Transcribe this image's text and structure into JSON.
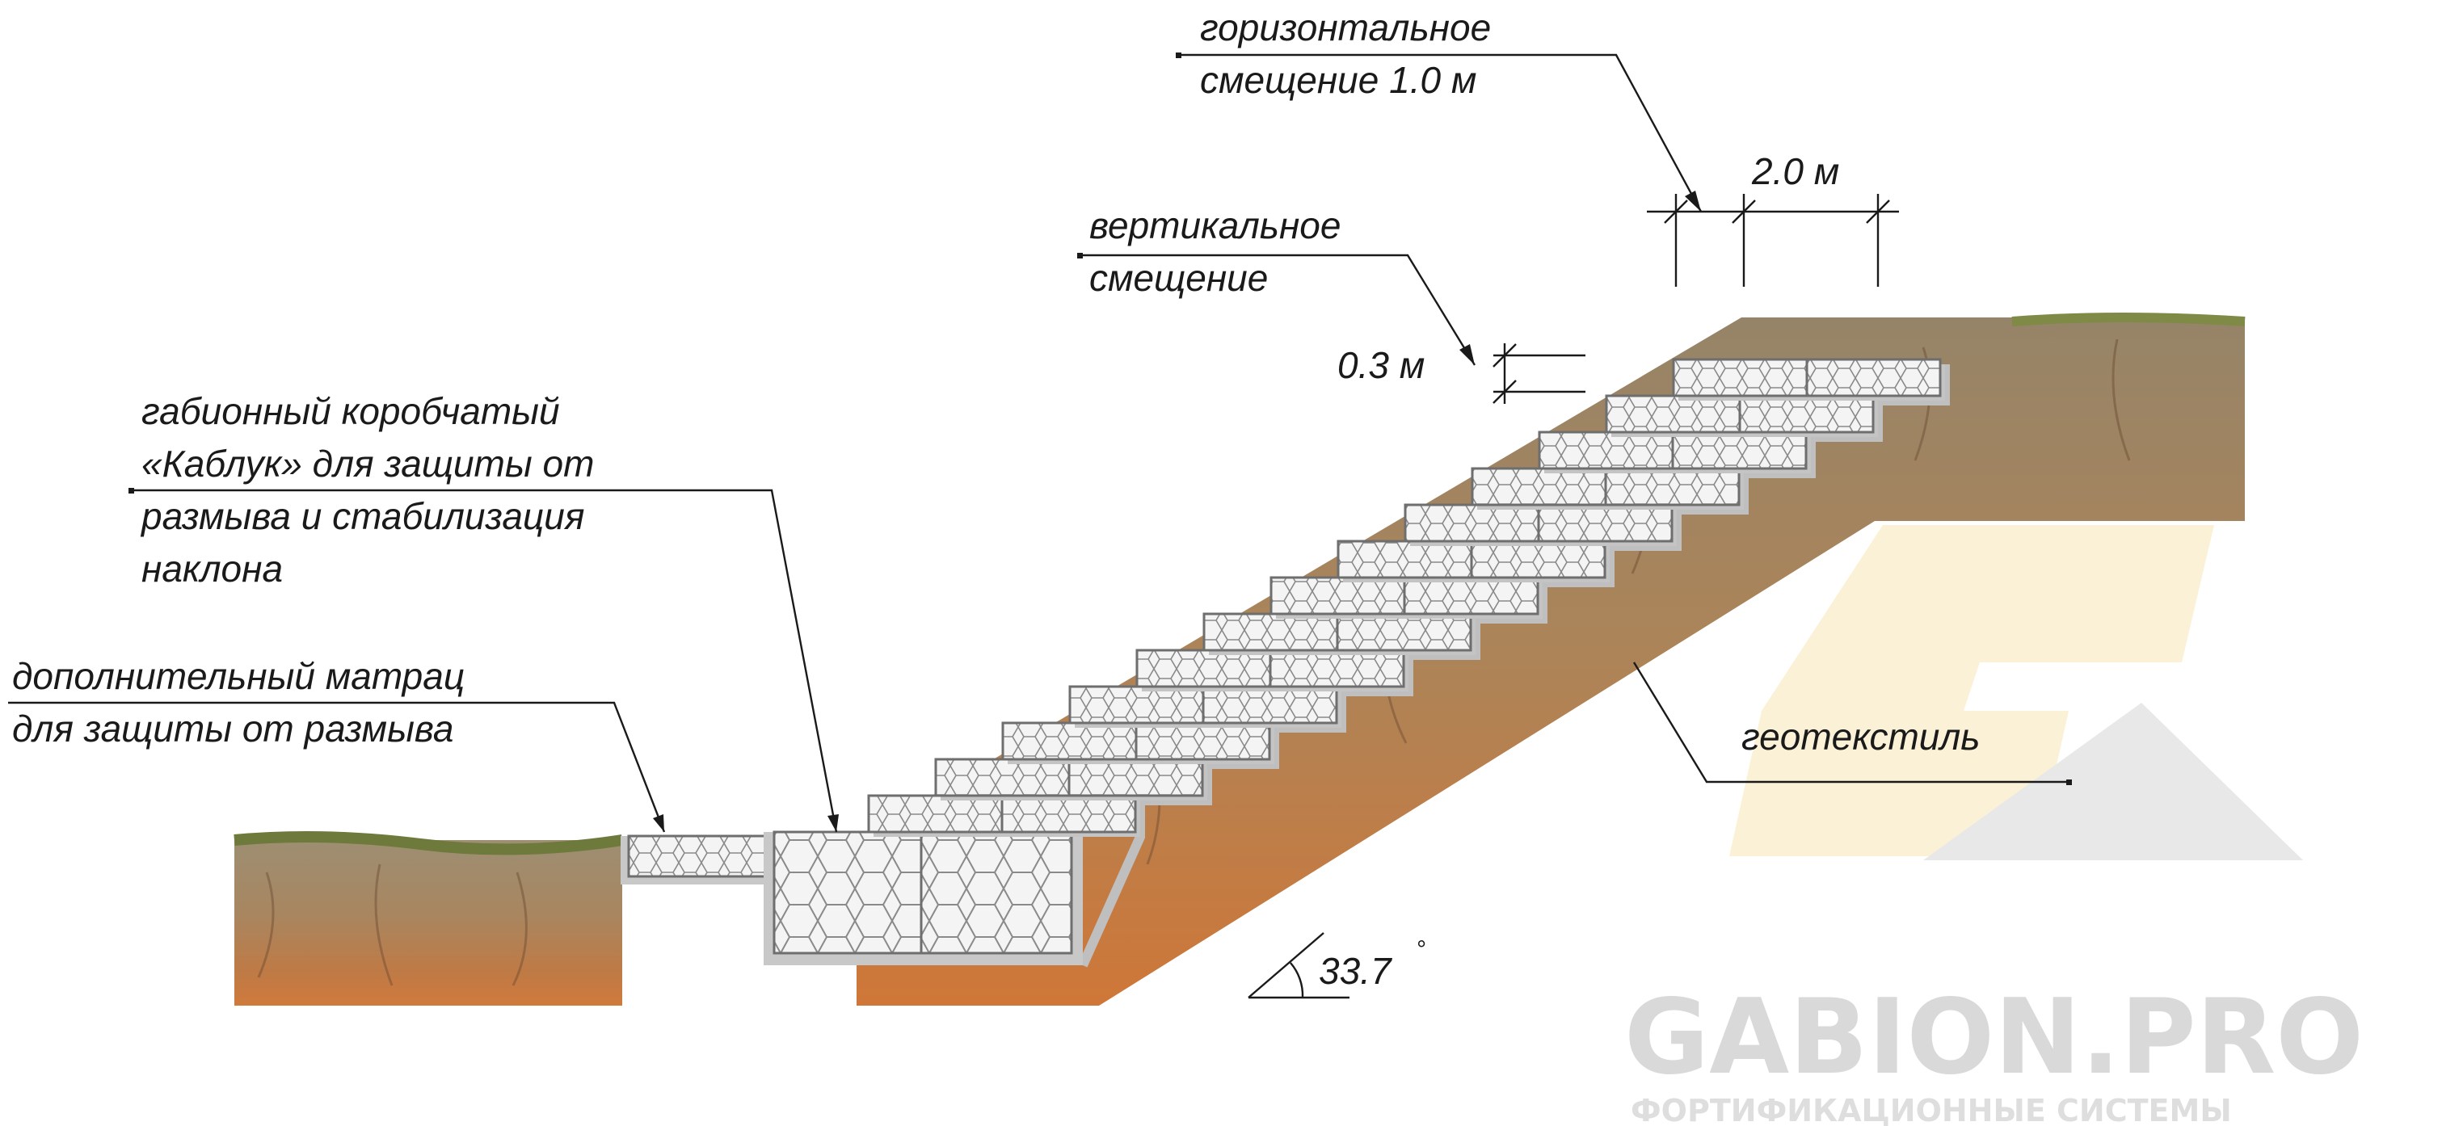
{
  "labels": {
    "horizontal_offset_line1": "горизонтальное",
    "horizontal_offset_line2": "смещение 1.0 м",
    "width_dim": "2.0 м",
    "vertical_offset_line1": "вертикальное",
    "vertical_offset_line2": "смещение",
    "height_dim": "0.3 м",
    "gabion_line1": "габионный коробчатый",
    "gabion_line2": "«Каблук» для защиты от",
    "gabion_line3": "размыва и стабилизация",
    "gabion_line4": "наклона",
    "mattress_line1": "дополнительный матрац",
    "mattress_line2": "для защиты от размыва",
    "geotextile": "геотекстиль",
    "angle": "33.7",
    "angle_unit": "°"
  },
  "watermark": {
    "brand": "GABION.PRO",
    "tagline": "ФОРТИФИКАЦИОННЫЕ СИСТЕМЫ"
  },
  "diagram": {
    "gabion_tiers": 13,
    "gabion_box_width_m": 2.0,
    "gabion_box_height_m": 0.3,
    "horizontal_offset_m": 1.0,
    "slope_angle_deg": 33.7
  },
  "colors": {
    "soil_top": "#a08a6a",
    "soil_mid": "#b07a4c",
    "soil_bottom": "#c8703a",
    "grass": "#7f8a4a",
    "mesh_fill": "#f2f2f2",
    "mesh_stroke": "#808080",
    "geotextile": "#c8c8c8",
    "logo_yellow": "#fbeecb",
    "logo_gray": "#e6e6e6"
  }
}
